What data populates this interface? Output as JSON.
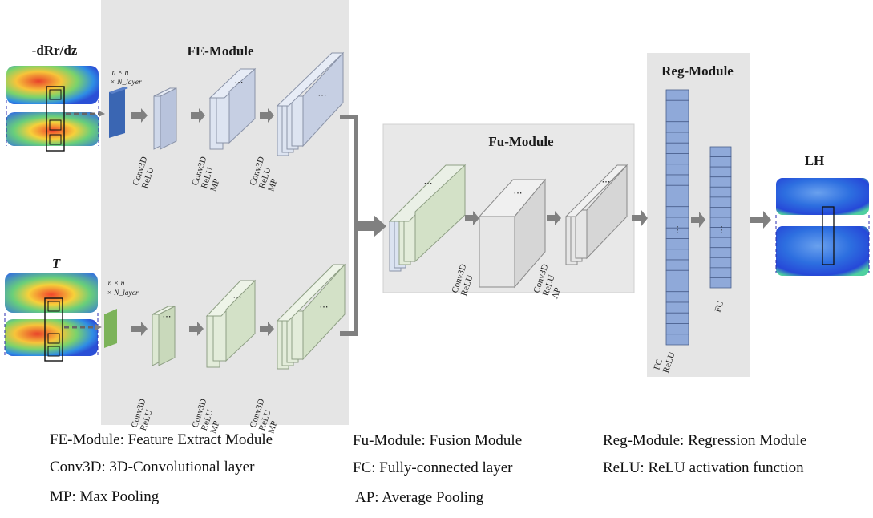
{
  "inputs": {
    "top_label": "-dRr/dz",
    "bottom_label": "T",
    "layer_note_line1": "n × n",
    "layer_note_line2": "× N_layer"
  },
  "modules": {
    "fe": "FE-Module",
    "fu": "Fu-Module",
    "reg": "Reg-Module"
  },
  "output_label": "LH",
  "layer_labels": {
    "fe1": [
      "Conv3D",
      "ReLU"
    ],
    "fe2": [
      "Conv3D",
      "ReLU",
      "MP"
    ],
    "fe3": [
      "Conv3D",
      "ReLU",
      "MP"
    ],
    "fu1": [
      "Conv3D",
      "ReLU"
    ],
    "fu2": [
      "Conv3D",
      "ReLU",
      "AP"
    ],
    "reg1": [
      "FC",
      "ReLU"
    ],
    "reg2": [
      "FC"
    ]
  },
  "legend": {
    "col1": [
      "FE-Module: Feature Extract Module",
      "Conv3D: 3D-Convolutional layer",
      "MP: Max Pooling"
    ],
    "col2": [
      "Fu-Module: Fusion Module",
      "FC: Fully-connected layer",
      "AP: Average Pooling"
    ],
    "col3": [
      "Reg-Module: Regression Module",
      "ReLU: ReLU activation function"
    ]
  },
  "colors": {
    "panel": "#e5e5e5",
    "blue_feature": "#cfd8ea",
    "green_feature": "#dde8d2",
    "input_blue": "#3a66b3",
    "input_green": "#7cb35a",
    "fc_blue": "#8fa9d9",
    "arrow": "#808080"
  },
  "ellipsis": "⋯",
  "vdots": "⋮"
}
